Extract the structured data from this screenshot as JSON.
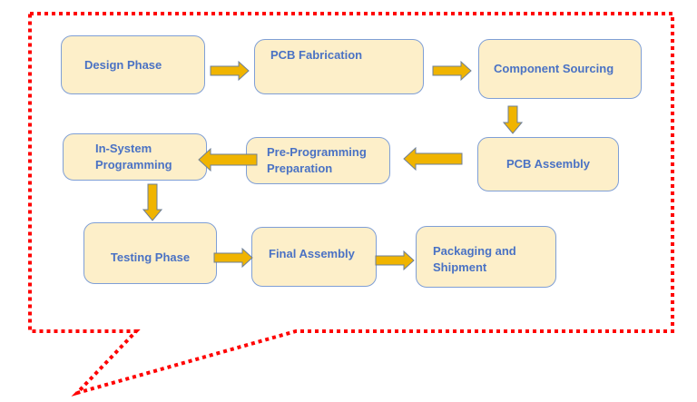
{
  "diagram": {
    "type": "flowchart",
    "border_color": "#ff0000",
    "box_fill": "#fdefc9",
    "box_border": "#7f9fd6",
    "text_color": "#4a72c4",
    "arrow_fill": "#f0b400",
    "arrow_stroke": "#6d7f99",
    "steps": [
      {
        "id": "design",
        "label": "Design Phase"
      },
      {
        "id": "fabrication",
        "label": "PCB Fabrication"
      },
      {
        "id": "sourcing",
        "label": "Component Sourcing"
      },
      {
        "id": "assembly",
        "label": "PCB Assembly"
      },
      {
        "id": "preprog",
        "label": "Pre-Programming Preparation",
        "lines": [
          "Pre-Programming",
          "Preparation"
        ]
      },
      {
        "id": "isp",
        "label": "In-System Programming",
        "lines": [
          "In-System",
          "Programming"
        ]
      },
      {
        "id": "testing",
        "label": "Testing Phase"
      },
      {
        "id": "final",
        "label": "Final Assembly"
      },
      {
        "id": "packaging",
        "label": "Packaging and Shipment",
        "lines": [
          "Packaging and",
          "Shipment"
        ]
      }
    ],
    "connections": [
      {
        "from": "design",
        "to": "fabrication",
        "direction": "right"
      },
      {
        "from": "fabrication",
        "to": "sourcing",
        "direction": "right"
      },
      {
        "from": "sourcing",
        "to": "assembly",
        "direction": "down"
      },
      {
        "from": "assembly",
        "to": "preprog",
        "direction": "left"
      },
      {
        "from": "preprog",
        "to": "isp",
        "direction": "left"
      },
      {
        "from": "isp",
        "to": "testing",
        "direction": "down"
      },
      {
        "from": "testing",
        "to": "final",
        "direction": "right"
      },
      {
        "from": "final",
        "to": "packaging",
        "direction": "right"
      }
    ]
  }
}
